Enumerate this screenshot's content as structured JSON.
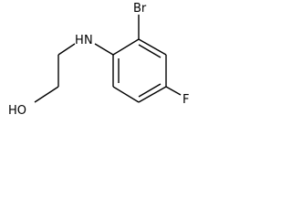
{
  "structure": {
    "atoms": {
      "bromine": "Br",
      "amine": "N",
      "amine_h": "H",
      "hydroxyl": "HO",
      "fluorine": "F"
    }
  },
  "colors": {
    "bond": "#000000",
    "label": "#000000",
    "background": "#ffffff"
  }
}
